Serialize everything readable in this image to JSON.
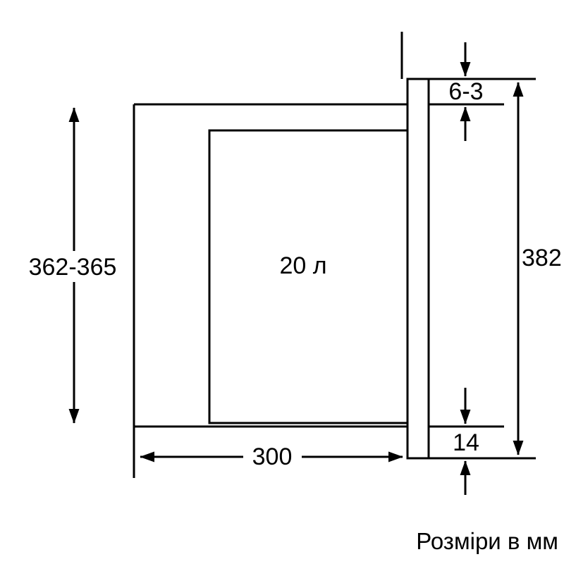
{
  "diagram": {
    "caption": "Розміри в мм",
    "cavity_label": "20 л",
    "dimensions": {
      "niche_height": "362-365",
      "depth": "300",
      "front_height": "382",
      "top_gap": "6-3",
      "bottom_overlap": "14"
    },
    "line_color": "#000000",
    "background_color": "#ffffff"
  }
}
